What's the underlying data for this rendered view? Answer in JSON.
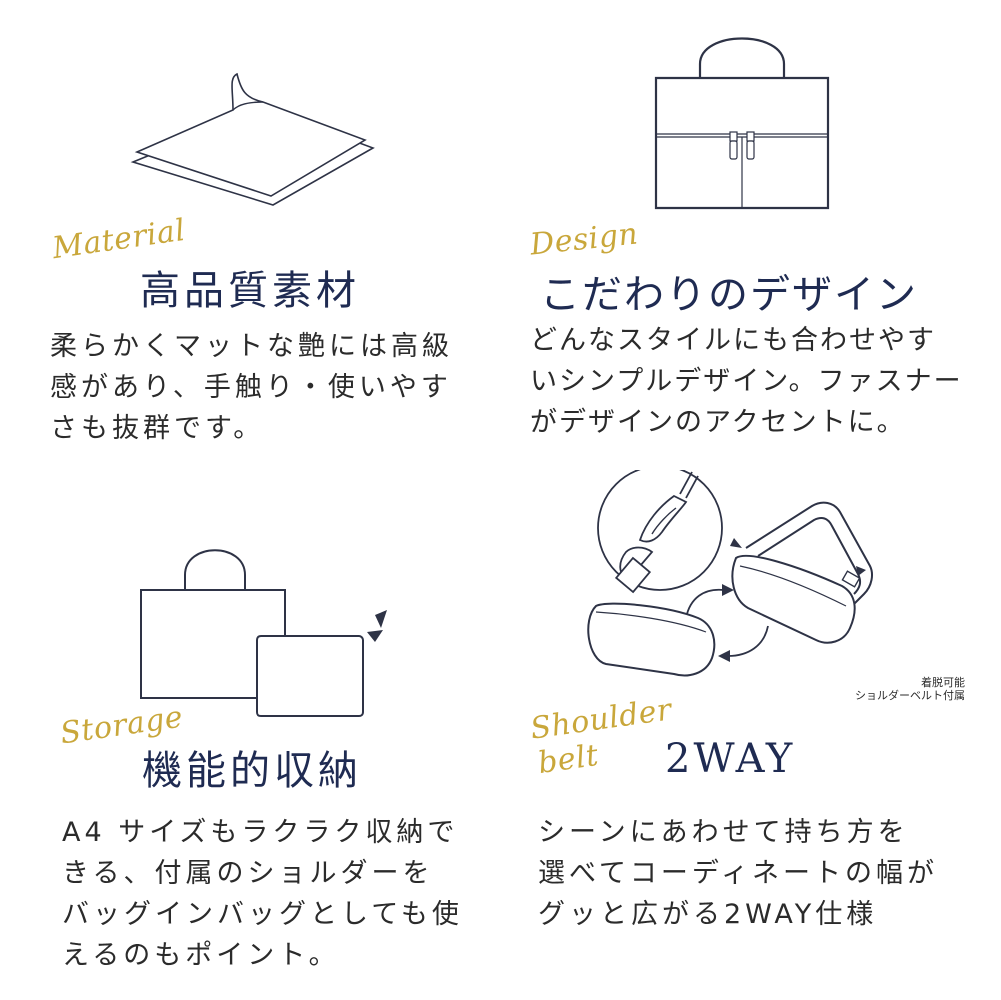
{
  "colors": {
    "accent": "#c9a73b",
    "heading": "#1f2b52",
    "text": "#2b2b2b",
    "line": "#2e3346"
  },
  "sections": [
    {
      "label_script": "Material",
      "title": "高品質素材",
      "body": "柔らかくマットな艶には高級\n感があり、手触り・使いやす\nさも抜群です。",
      "icon": "leather-sheet-icon"
    },
    {
      "label_script": "Design",
      "title": "こだわりのデザイン",
      "body": "どんなスタイルにも合わせやす\nいシンプルデザイン。ファスナー\nがデザインのアクセントに。",
      "icon": "zipper-bag-icon"
    },
    {
      "label_script": "Storage",
      "title": "機能的収納",
      "body": "A4 サイズもラクラク収納で\nきる、付属のショルダーを\nバッグインバッグとしても使\nえるのもポイント。",
      "icon": "bag-in-bag-icon"
    },
    {
      "label_script_line1": "Shoulder",
      "label_script_line2": "belt",
      "title": "2WAY",
      "body": "シーンにあわせて持ち方を\n選べてコーディネートの幅が\nグッと広がる2WAY仕様",
      "note": "着脱可能\nショルダーベルト付属",
      "icon": "shoulder-belt-pouch-icon"
    }
  ]
}
